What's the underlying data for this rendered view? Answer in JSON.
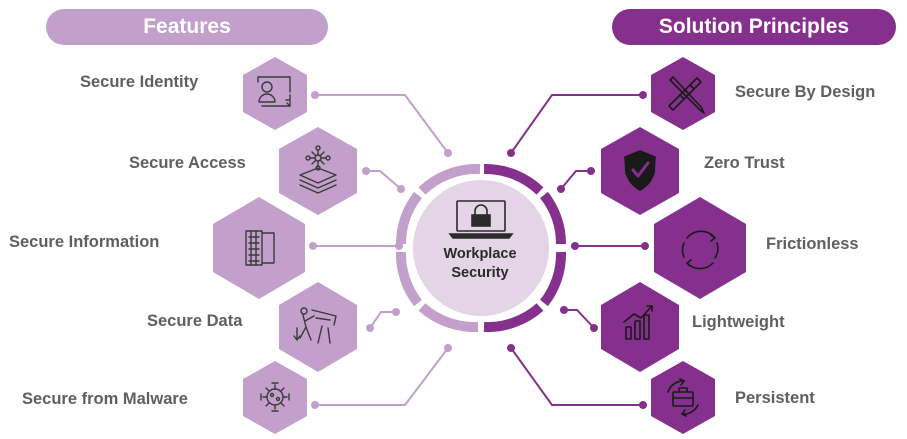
{
  "header": {
    "left_title": "Features",
    "right_title": "Solution Principles"
  },
  "center": {
    "line1": "Workplace",
    "line2": "Security",
    "icon": "laptop-lock-icon"
  },
  "features": [
    {
      "label": "Secure Identity",
      "icon": "identity-flow-icon"
    },
    {
      "label": "Secure Access",
      "icon": "network-access-icon"
    },
    {
      "label": "Secure Information",
      "icon": "document-pages-icon"
    },
    {
      "label": "Secure Data",
      "icon": "person-presenting-icon"
    },
    {
      "label": "Secure from Malware",
      "icon": "virus-icon"
    }
  ],
  "principles": [
    {
      "label": "Secure By Design",
      "icon": "pencil-ruler-icon"
    },
    {
      "label": "Zero Trust",
      "icon": "shield-check-icon"
    },
    {
      "label": "Frictionless",
      "icon": "cycle-arrows-icon"
    },
    {
      "label": "Lightweight",
      "icon": "bar-chart-icon"
    },
    {
      "label": "Persistent",
      "icon": "briefcase-cycle-icon"
    }
  ],
  "colors": {
    "light_purple": "#c39fcb",
    "dark_purple": "#85308c",
    "text_gray": "#5f5f5f"
  }
}
